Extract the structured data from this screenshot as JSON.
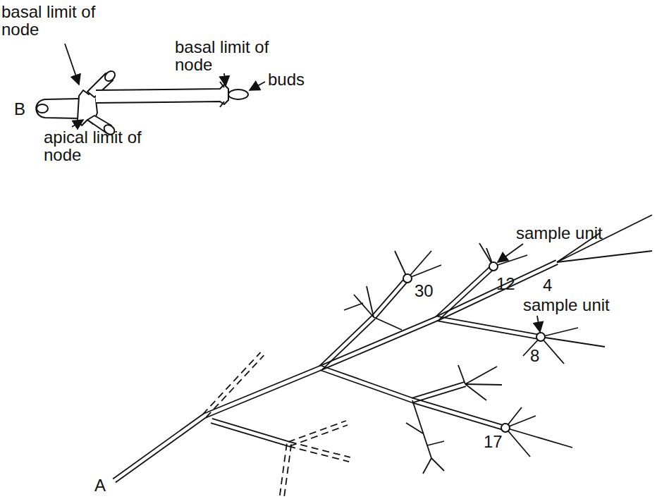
{
  "diagram": {
    "labels": [
      "basal limit of node",
      "B",
      "apical limit of node",
      "basal limit of node",
      "buds",
      "sample unit",
      "30",
      "12",
      "4",
      "sample unit",
      "8",
      "17",
      "A"
    ]
  }
}
